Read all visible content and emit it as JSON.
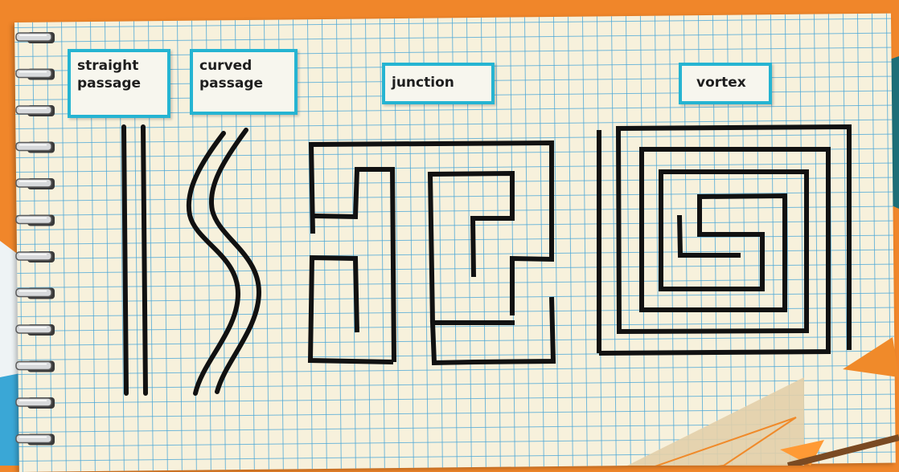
{
  "labels": {
    "straight": [
      "straight",
      "passage"
    ],
    "curved": [
      "curved",
      "passage"
    ],
    "junction": "junction",
    "vortex": "vortex"
  },
  "colors": {
    "background": "#f0862a",
    "paper": "#f7f1dc",
    "grid": "#46a5d7",
    "label_border": "#25b4d2",
    "ink": "#111111"
  },
  "icons": [
    "spiral-binding-ring"
  ]
}
